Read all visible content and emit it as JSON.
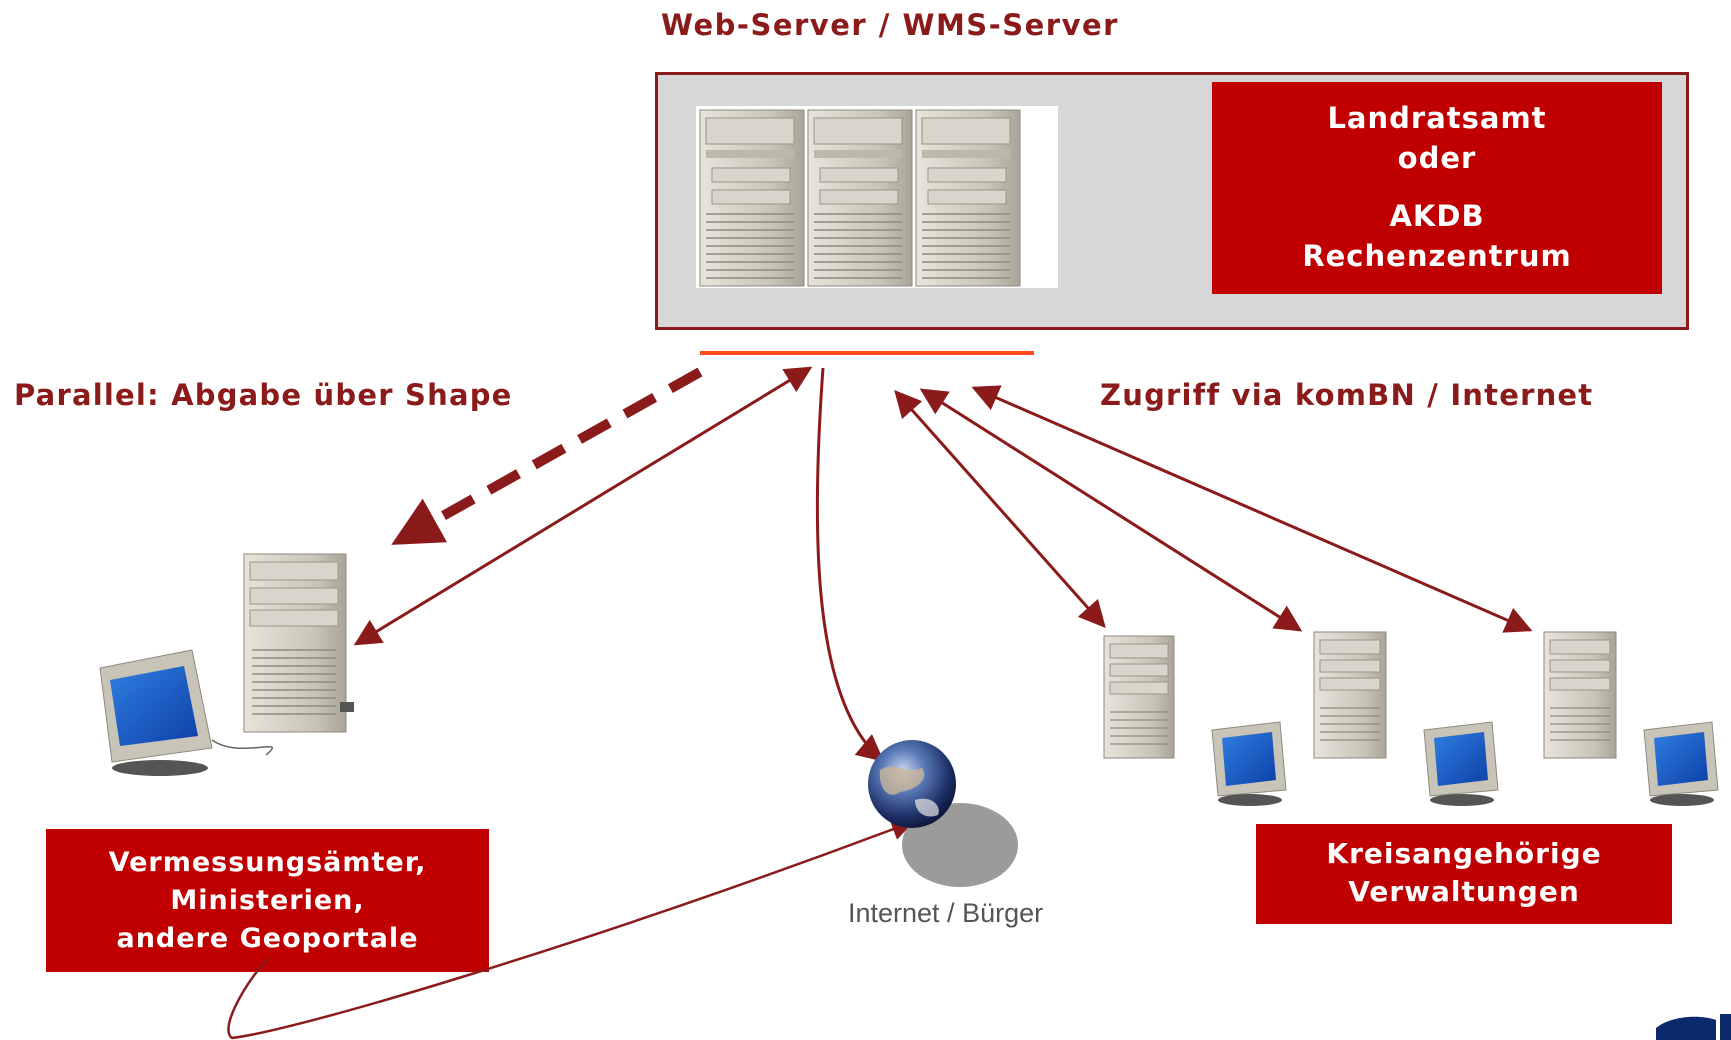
{
  "title": "Web-Server / WMS-Server",
  "server_box": {
    "lines": [
      "Landratsamt",
      "oder",
      "AKDB",
      "Rechenzentrum"
    ]
  },
  "labels": {
    "left": "Parallel: Abgabe über Shape",
    "right": "Zugriff via komBN / Internet",
    "internet": "Internet / Bürger"
  },
  "left_box": {
    "lines": [
      "Vermessungsämter,",
      "Ministerien,",
      "andere Geoportale"
    ]
  },
  "right_box": {
    "lines": [
      "Kreisangehörige",
      "Verwaltungen"
    ]
  },
  "logo": "akdb",
  "colors": {
    "accent_red": "#c00000",
    "dark_red": "#8b1a1a",
    "connector": "#ff4a1a",
    "frame_gray": "#d7d7d7"
  }
}
